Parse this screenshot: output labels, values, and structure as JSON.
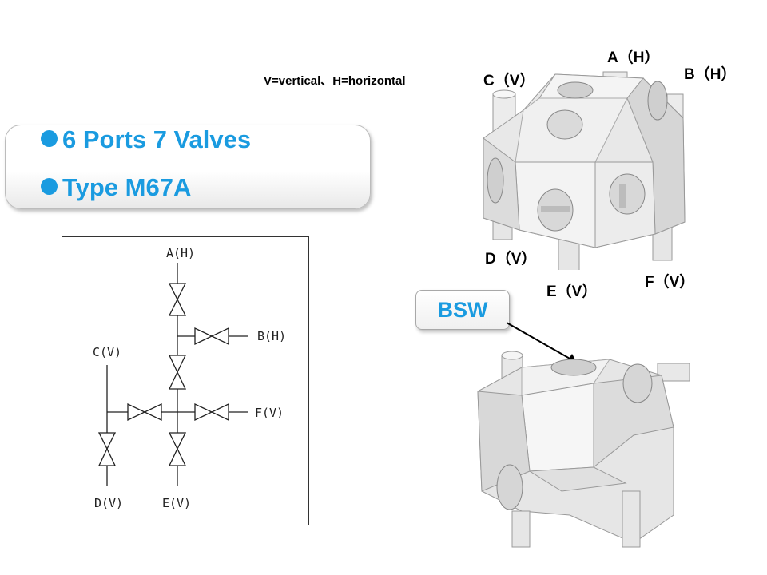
{
  "legend": "V=vertical、H=horizontal",
  "title": {
    "line1": "6 Ports 7 Valves",
    "line2": "Type M67A"
  },
  "schematic": {
    "labels": {
      "A": "A(H)",
      "B": "B(H)",
      "C": "C(V)",
      "D": "D(V)",
      "E": "E(V)",
      "F": "F(V)"
    }
  },
  "render_labels": {
    "A": "A（H）",
    "B": "B（H）",
    "C": "C（V）",
    "D": "D（V）",
    "E": "E（V）",
    "F": "F（V）"
  },
  "callout": {
    "label": "BSW"
  },
  "colors": {
    "accent": "#1a9be0"
  }
}
